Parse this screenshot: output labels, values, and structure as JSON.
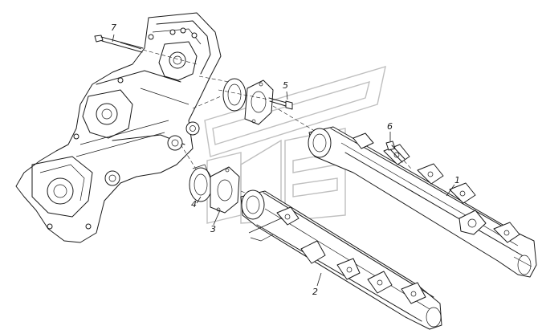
{
  "callouts": [
    {
      "id": "1",
      "label": "1"
    },
    {
      "id": "2",
      "label": "2"
    },
    {
      "id": "3",
      "label": "3"
    },
    {
      "id": "4",
      "label": "4"
    },
    {
      "id": "5",
      "label": "5"
    },
    {
      "id": "6",
      "label": "6"
    },
    {
      "id": "7",
      "label": "7"
    }
  ],
  "colors": {
    "line": "#1a1a1a",
    "watermark": "#bfbfbf",
    "background": "#ffffff"
  }
}
